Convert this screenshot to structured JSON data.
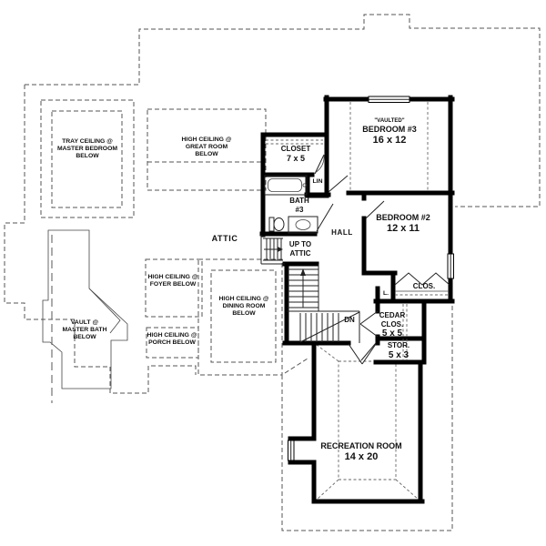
{
  "plan": {
    "type": "second-floor-plan",
    "colors": {
      "wall": "#000000",
      "line": "#555555",
      "background": "#ffffff",
      "text": "#111111"
    }
  },
  "labels": {
    "tray_ceiling": [
      "TRAY CEILING @",
      "MASTER BEDROOM",
      "BELOW"
    ],
    "great_room": [
      "HIGH CEILING @",
      "GREAT ROOM",
      "BELOW"
    ],
    "attic": "ATTIC",
    "closet": [
      "CLOSET",
      "7 x 5"
    ],
    "lin": "LIN",
    "bath3": [
      "BATH",
      "#3"
    ],
    "hall": "HALL",
    "up_to_attic": [
      "UP TO",
      "ATTIC"
    ],
    "bedroom3": [
      "\"VAULTED\"",
      "BEDROOM #3",
      "16 x 12"
    ],
    "bedroom2": [
      "BEDROOM #2",
      "12 x 11"
    ],
    "clos": "CLOS.",
    "l_closet": "L.",
    "cedar_clos": [
      "CEDAR",
      "CLOS.",
      "5 x 5"
    ],
    "stor": [
      "STOR.",
      "5 x 3"
    ],
    "dn": "DN",
    "vault_master_bath": [
      "VAULT @",
      "MASTER BATH",
      "BELOW"
    ],
    "foyer": [
      "HIGH CEILING @",
      "FOYER BELOW"
    ],
    "dining": [
      "HIGH CEILING @",
      "DINING ROOM",
      "BELOW"
    ],
    "porch": [
      "HIGH CEILING @",
      "PORCH BELOW"
    ],
    "recreation": [
      "RECREATION ROOM",
      "14 x 20"
    ]
  }
}
